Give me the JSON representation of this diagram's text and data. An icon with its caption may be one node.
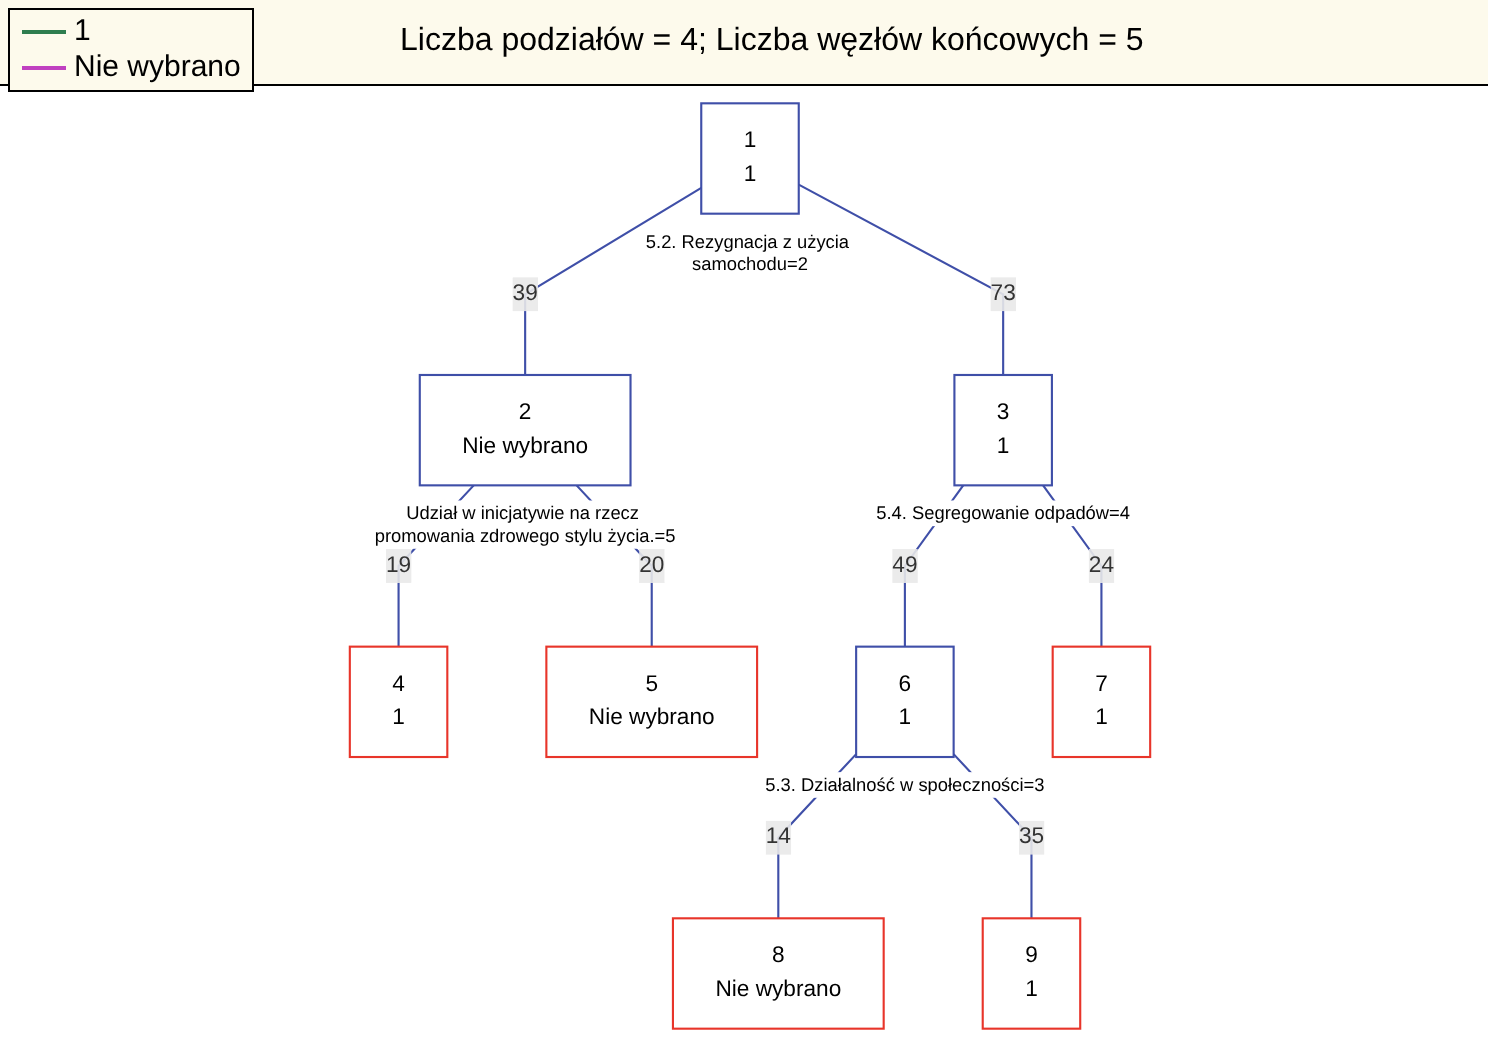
{
  "diagram": {
    "title": "Liczba podziałów = 4; Liczba węzłów końcowych = 5",
    "nodes": [
      {
        "text": [
          "1",
          "1"
        ],
        "beside": [
          "5.2. Rezygnacja z użycia samochodu=2"
        ]
      },
      {
        "text": [
          "2",
          "Nie wybrano"
        ],
        "beside": [
          "Udział w inicjatywie na rzecz promowania zdrowego stylu życia.=5"
        ]
      },
      {
        "text": [
          "3",
          "1"
        ],
        "beside": [
          "5.4. Segregowanie odpadów=4"
        ]
      },
      {
        "text": [
          "4",
          "1"
        ]
      },
      {
        "text": [
          "5",
          "Nie wybrano"
        ]
      },
      {
        "text": [
          "6",
          "1"
        ],
        "beside": [
          "5.3. Działalność w społeczności=3"
        ]
      },
      {
        "text": [
          "7",
          "1"
        ]
      },
      {
        "text": [
          "8",
          "Nie wybrano"
        ]
      },
      {
        "text": [
          "9",
          "1"
        ]
      }
    ],
    "edges": [
      {
        "from": 0,
        "to": 1,
        "arrow": "none",
        "label": "39"
      },
      {
        "from": 0,
        "to": 2,
        "arrow": "none",
        "label": "73"
      },
      {
        "from": 1,
        "to": 3,
        "arrow": "none",
        "label": "19"
      },
      {
        "from": 1,
        "to": 4,
        "arrow": "none",
        "label": "20"
      },
      {
        "from": 2,
        "to": 5,
        "arrow": "none",
        "label": "49"
      },
      {
        "from": 2,
        "to": 6,
        "arrow": "none",
        "label": "24"
      },
      {
        "from": 5,
        "to": 7,
        "arrow": "none",
        "label": "14"
      },
      {
        "from": 5,
        "to": 8,
        "arrow": "none",
        "label": "35"
      }
    ],
    "legend": [
      {
        "text": "1"
      },
      {
        "text": "Nie wybrano"
      }
    ]
  }
}
